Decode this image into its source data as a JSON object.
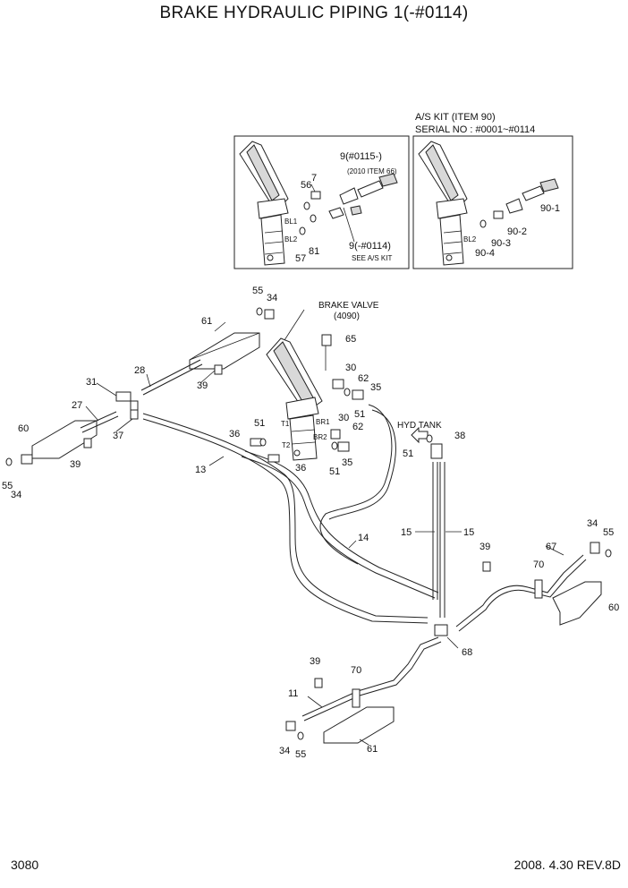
{
  "title": "BRAKE HYDRAULIC PIPING 1(-#0114)",
  "page_number": "3080",
  "footer": "2008. 4.30  REV.8D",
  "inset_left": {
    "labels": {
      "l9a": "9(#0115-)",
      "l2010": "(2010 ITEM 66)",
      "l56": "56",
      "l7": "7",
      "lbl1": "BL1",
      "lbl2": "BL2",
      "l57": "57",
      "l81": "81",
      "l9b": "9(-#0114)",
      "lsee": "SEE A/S KIT"
    }
  },
  "inset_right": {
    "header_line1": "A/S KIT (ITEM 90)",
    "header_line2": "SERIAL NO : #0001~#0114",
    "labels": {
      "lbl2": "BL2",
      "l901": "90-1",
      "l902": "90-2",
      "l903": "90-3",
      "l904": "90-4"
    }
  },
  "brake_valve": {
    "line1": "BRAKE VALVE",
    "line2": "(4090)",
    "port_t1": "T1",
    "port_br1": "BR1",
    "port_t2": "T2",
    "port_br2": "BR2"
  },
  "hyd_tank": "HYD  TANK",
  "callouts": {
    "c55a": "55",
    "c34a": "34",
    "c61a": "61",
    "c65": "65",
    "c28": "28",
    "c39a": "39",
    "c31": "31",
    "c27": "27",
    "c37": "37",
    "c60a": "60",
    "c39b": "39",
    "c55b": "55",
    "c34b": "34",
    "c13": "13",
    "c30a": "30",
    "c62a": "62",
    "c35a": "35",
    "c51a": "51",
    "c30b": "30",
    "c62b": "62",
    "c51b": "51",
    "c36a": "36",
    "c36b": "36",
    "c35b": "35",
    "c51c": "51",
    "c51d": "51",
    "c38": "38",
    "c14": "14",
    "c15a": "15",
    "c15b": "15",
    "c39c": "39",
    "c67": "67",
    "c34c": "34",
    "c55c": "55",
    "c70a": "70",
    "c60b": "60",
    "c68": "68",
    "c39d": "39",
    "c70b": "70",
    "c11": "11",
    "c61b": "61",
    "c34d": "34",
    "c55d": "55"
  }
}
